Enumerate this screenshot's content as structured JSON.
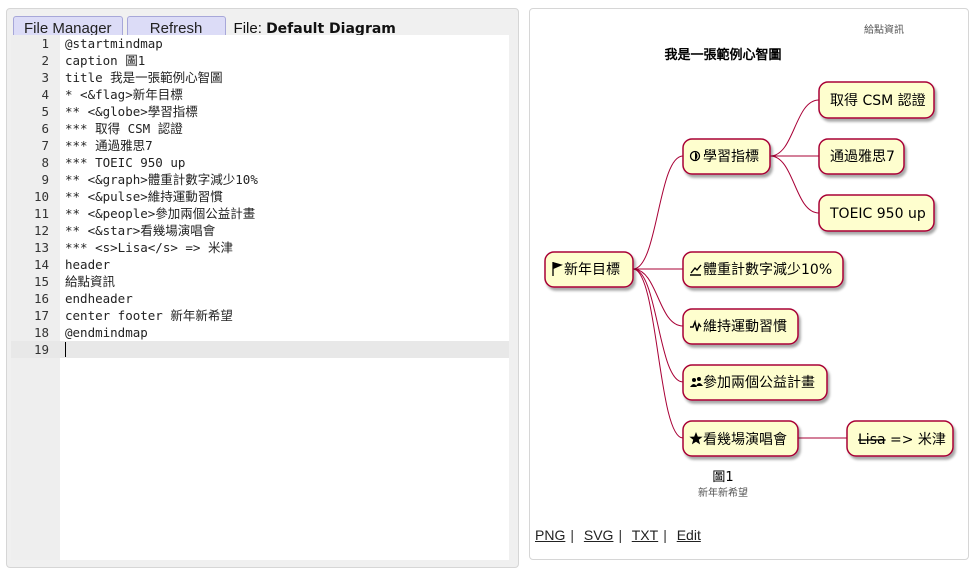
{
  "toolbar": {
    "file_manager_label": "File Manager",
    "refresh_label": "Refresh",
    "file_prefix": "File:",
    "file_name": "Default Diagram"
  },
  "editor": {
    "lines": [
      "@startmindmap",
      "caption 圖1",
      "title 我是一張範例心智圖",
      "* <&flag>新年目標",
      "** <&globe>學習指標",
      "*** 取得 CSM 認證",
      "*** 通過雅思7",
      "*** TOEIC 950 up",
      "** <&graph>體重計數字減少10%",
      "** <&pulse>維持運動習慣",
      "** <&people>參加兩個公益計畫",
      "** <&star>看幾場演唱會",
      "*** <s>Lisa</s> => 米津",
      "header",
      "給點資訊",
      "endheader",
      "center footer 新年新希望",
      "@endmindmap",
      ""
    ],
    "active_line": 19
  },
  "diagram": {
    "header": "給點資訊",
    "title": "我是一張範例心智圖",
    "caption": "圖1",
    "footer": "新年新希望",
    "root": {
      "label": "新年目標",
      "icon": "flag-icon"
    },
    "branches": [
      {
        "label": "學習指標",
        "icon": "globe-icon"
      },
      {
        "label": "體重計數字減少10%",
        "icon": "graph-icon"
      },
      {
        "label": "維持運動習慣",
        "icon": "pulse-icon"
      },
      {
        "label": "參加兩個公益計畫",
        "icon": "people-icon"
      },
      {
        "label": "看幾場演唱會",
        "icon": "star-icon"
      }
    ],
    "study_children": [
      "取得 CSM 認證",
      "通過雅思7",
      "TOEIC 950 up"
    ],
    "concert_child": {
      "strike": "Lisa",
      "rest": " => 米津"
    },
    "colors": {
      "node_fill": "#fefece",
      "node_border": "#a80036",
      "link": "#a80036"
    }
  },
  "links": {
    "png": "PNG",
    "svg": "SVG",
    "txt": "TXT",
    "edit": "Edit",
    "separator": "|"
  }
}
